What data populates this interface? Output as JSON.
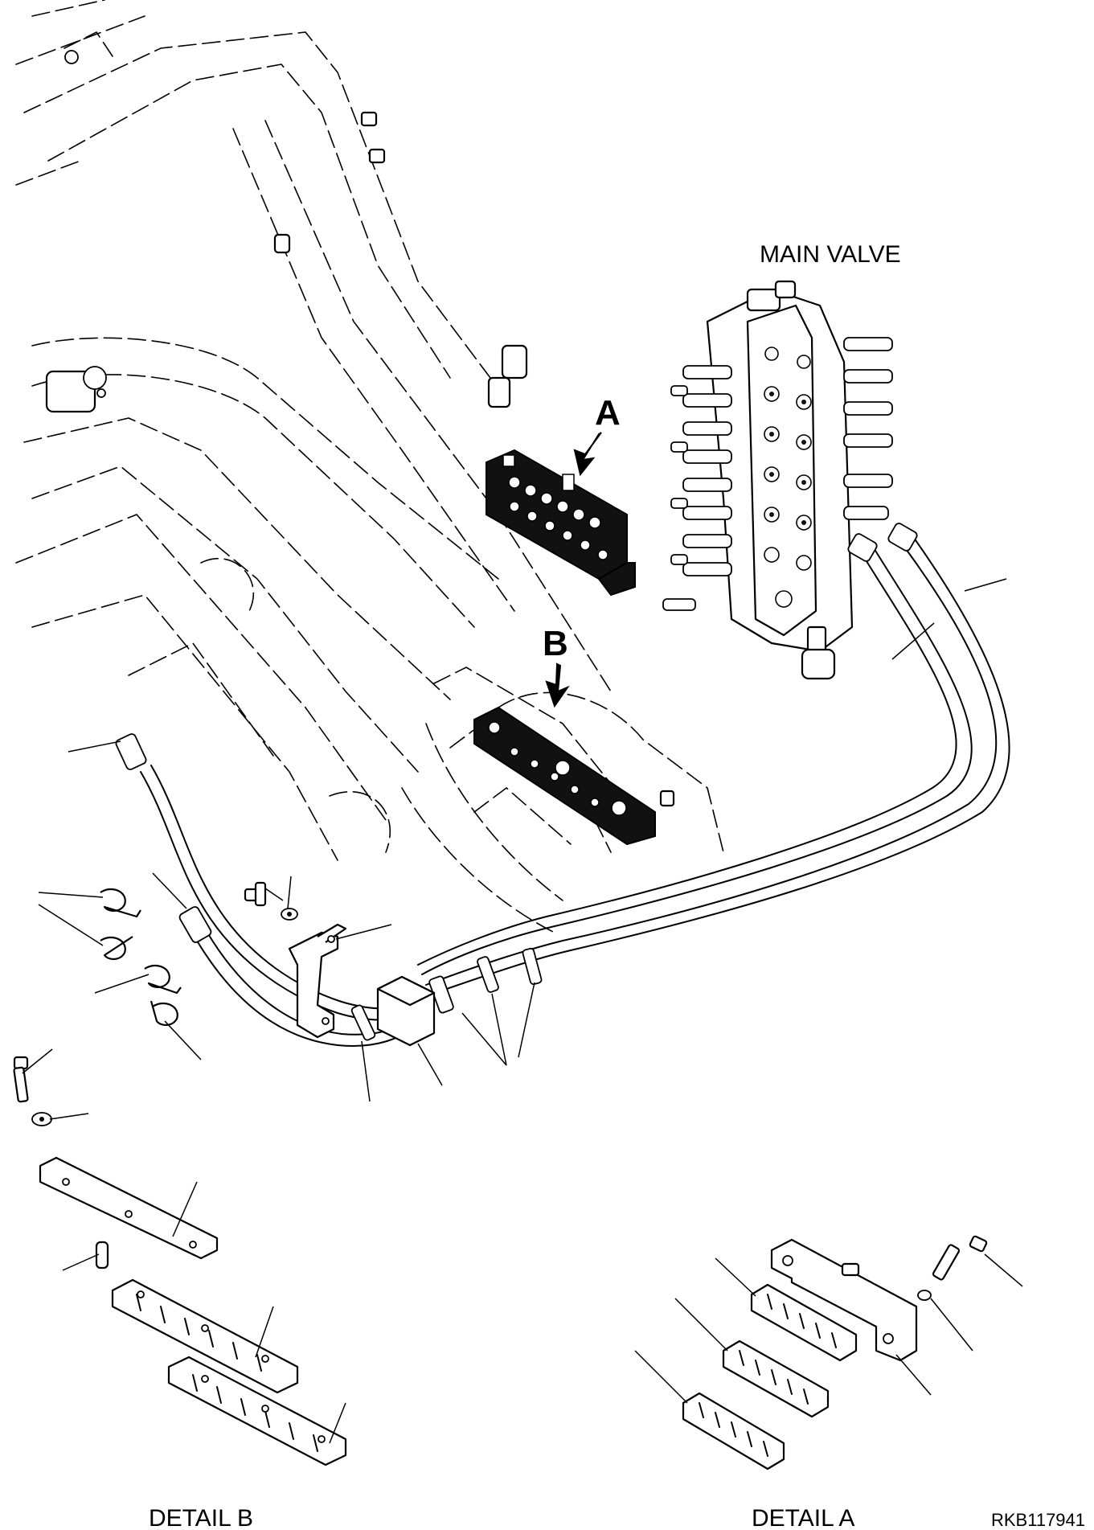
{
  "labels": {
    "main_valve": "MAIN VALVE",
    "marker_a": "A",
    "marker_b": "B",
    "detail_b": "DETAIL B",
    "detail_a": "DETAIL A",
    "drawing_code": "RKB117941"
  }
}
